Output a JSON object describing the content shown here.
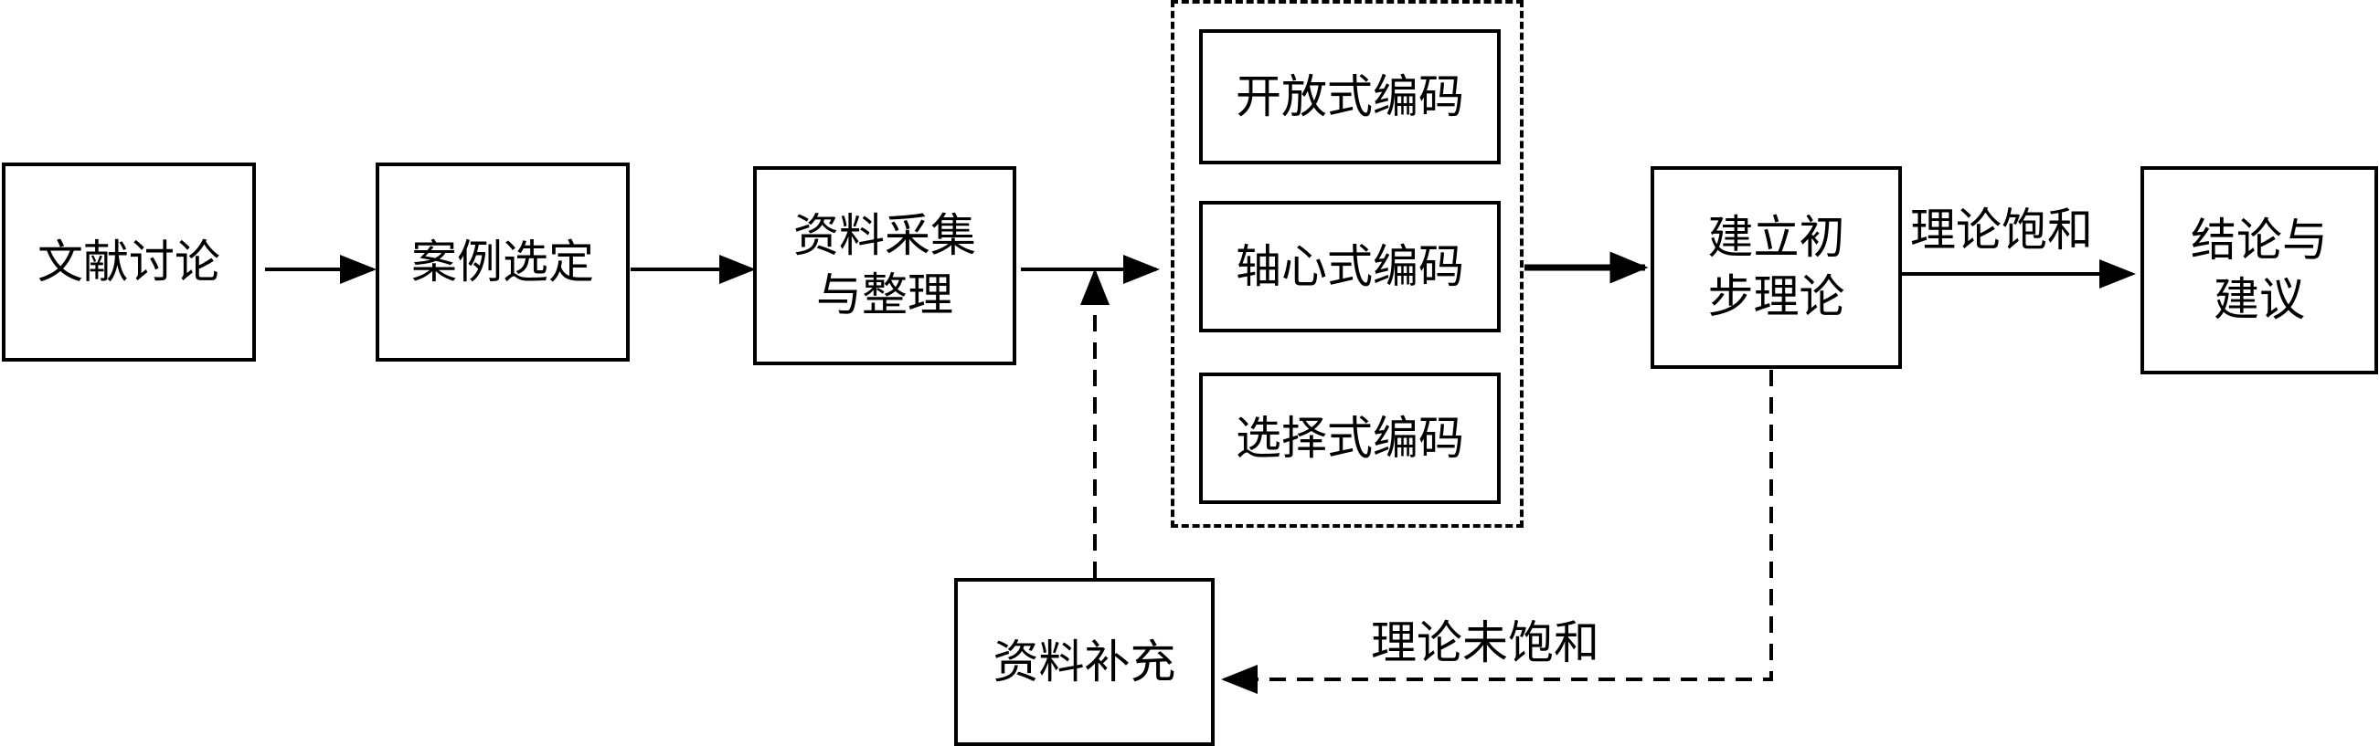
{
  "nodes": {
    "literature": "文献讨论",
    "case_selection": "案例选定",
    "data_collection": "资料采集\n与整理",
    "open_coding": "开放式编码",
    "axial_coding": "轴心式编码",
    "selective_coding": "选择式编码",
    "initial_theory": "建立初\n步理论",
    "conclusion": "结论与\n建议",
    "data_supplement": "资料补充"
  },
  "edge_labels": {
    "saturated": "理论饱和",
    "unsaturated": "理论未饱和"
  }
}
